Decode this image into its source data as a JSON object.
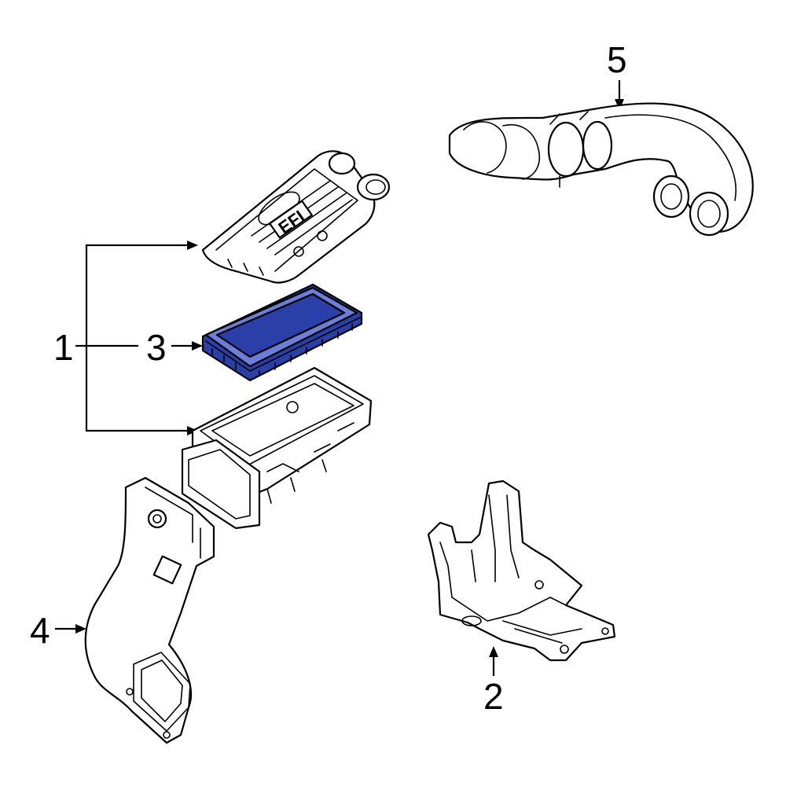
{
  "callouts": {
    "c1": "1",
    "c2": "2",
    "c3": "3",
    "c4": "4",
    "c5": "5"
  },
  "parts": {
    "air_cleaner_lid_logo": "EFI"
  },
  "colors": {
    "line": "#000000",
    "background": "#ffffff",
    "highlight_fill": "#2a3fa8",
    "highlight_light": "#6b7fd8"
  }
}
